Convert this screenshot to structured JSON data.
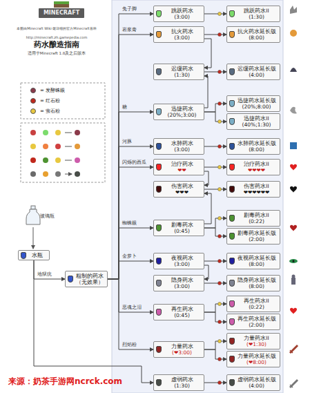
{
  "diagram": {
    "title": "药水酿造指南",
    "nodes": [
      {
        "text": [
          "水瓶"
        ]
      },
      {
        "text": [
          "粗制的药水",
          "（无效果）"
        ]
      },
      {
        "text": [
          "跳跃药水",
          "(3:00)"
        ]
      },
      {
        "text": [
          "跳跃药水II",
          "(1:30)"
        ]
      },
      {
        "text": [
          "抗火药水",
          "(3:00)"
        ]
      },
      {
        "text": [
          "抗火药水延长版",
          "(8:00)"
        ]
      },
      {
        "text": [
          "迟缓药水",
          "(1:30)"
        ]
      },
      {
        "text": [
          "迟缓药水延长版",
          "(4:00)"
        ]
      },
      {
        "text": [
          "迅捷药水",
          "(20%;3:00)"
        ]
      },
      {
        "text": [
          "迅捷药水延长版",
          "(20%;8:00)"
        ]
      },
      {
        "text": [
          "迅捷药水II",
          "(40%;1:30)"
        ]
      },
      {
        "text": [
          "水肺药水",
          "(3:00)"
        ]
      },
      {
        "text": [
          "水肺药水延长版",
          "(8:00)"
        ]
      },
      {
        "text": [
          "治疗药水",
          "❤❤"
        ]
      },
      {
        "text": [
          "治疗药水II",
          "❤❤❤❤"
        ]
      },
      {
        "text": [
          "伤害药水",
          "❤❤❤"
        ]
      },
      {
        "text": [
          "伤害药水II",
          "❤❤❤❤❤❤"
        ]
      },
      {
        "text": [
          "剧毒药水",
          "(0:45)"
        ]
      },
      {
        "text": [
          "剧毒药水II",
          "(0:22)"
        ]
      },
      {
        "text": [
          "剧毒药水延长版",
          "(2:00)"
        ]
      },
      {
        "text": [
          "夜视药水",
          "(3:00)"
        ]
      },
      {
        "text": [
          "夜视药水延长版",
          "(8:00)"
        ]
      },
      {
        "text": [
          "隐身药水",
          "(3:00)"
        ]
      },
      {
        "text": [
          "隐身药水延长版",
          "(8:00)"
        ]
      },
      {
        "text": [
          "再生药水",
          "(0:45)"
        ]
      },
      {
        "text": [
          "再生药水II",
          "(0:22)"
        ]
      },
      {
        "text": [
          "再生药水延长版",
          "(2:00)"
        ]
      },
      {
        "text": [
          "力量药水",
          "(❤3:00)"
        ]
      },
      {
        "text": [
          "力量药水II",
          "(❤1:30)"
        ]
      },
      {
        "text": [
          "力量药水延长版",
          "(❤8:00)"
        ]
      },
      {
        "text": [
          "虚弱药水",
          "(1:30)"
        ]
      },
      {
        "text": [
          "虚弱药水延长版",
          "(4:00)"
        ]
      }
    ],
    "edges": [
      {
        "from": 0,
        "to": 1,
        "arrow": "to",
        "label": "地狱疣"
      },
      {
        "from": 0,
        "to": 30,
        "arrow": "to"
      },
      {
        "from": 1,
        "to": 2,
        "arrow": "to",
        "label": "兔子脚"
      },
      {
        "from": 1,
        "to": 4,
        "arrow": "to",
        "label": "岩浆膏"
      },
      {
        "from": 1,
        "to": 8,
        "arrow": "to",
        "label": "糖"
      },
      {
        "from": 1,
        "to": 11,
        "arrow": "to",
        "label": "河豚"
      },
      {
        "from": 1,
        "to": 13,
        "arrow": "to",
        "label": "闪烁的西瓜"
      },
      {
        "from": 1,
        "to": 17,
        "arrow": "to",
        "label": "蜘蛛眼"
      },
      {
        "from": 1,
        "to": 20,
        "arrow": "to",
        "label": "金萝卜"
      },
      {
        "from": 1,
        "to": 24,
        "arrow": "to",
        "label": "恶魂之泪"
      },
      {
        "from": 1,
        "to": 27,
        "arrow": "to",
        "label": "烈焰粉"
      },
      {
        "from": 2,
        "to": 3,
        "arrow": "to"
      },
      {
        "from": 4,
        "to": 5,
        "arrow": "to"
      },
      {
        "from": 6,
        "to": 7,
        "arrow": "to"
      },
      {
        "from": 8,
        "to": 9,
        "arrow": "to"
      },
      {
        "from": 8,
        "to": 10,
        "arrow": "to"
      },
      {
        "from": 11,
        "to": 12,
        "arrow": "to"
      },
      {
        "from": 13,
        "to": 14,
        "arrow": "to"
      },
      {
        "from": 15,
        "to": 16,
        "arrow": "to"
      },
      {
        "from": 17,
        "to": 18,
        "arrow": "to"
      },
      {
        "from": 17,
        "to": 19,
        "arrow": "to"
      },
      {
        "from": 20,
        "to": 21,
        "arrow": "to"
      },
      {
        "from": 22,
        "to": 23,
        "arrow": "to"
      },
      {
        "from": 24,
        "to": 25,
        "arrow": "to"
      },
      {
        "from": 24,
        "to": 26,
        "arrow": "to"
      },
      {
        "from": 27,
        "to": 28,
        "arrow": "to"
      },
      {
        "from": 27,
        "to": 29,
        "arrow": "to"
      },
      {
        "from": 30,
        "to": 31,
        "arrow": "to"
      },
      {
        "from": 4,
        "to": 6,
        "arrow": "to"
      },
      {
        "from": 8,
        "to": 6,
        "arrow": "to"
      },
      {
        "from": 13,
        "to": 15,
        "arrow": "to"
      },
      {
        "from": 17,
        "to": 15,
        "arrow": "to"
      },
      {
        "from": 20,
        "to": 22,
        "arrow": "to"
      }
    ],
    "labels": [
      "MINECRAFT",
      "本图由Minecraft Wiki·最详细的官方Minecraft百科",
      "http://minecraft.zh.gamepedia.com",
      "适用于Minecraft 1.8及之后版本",
      "玻璃瓶",
      "来源：奶茶手游网ncrck.com"
    ],
    "legend": [
      {
        "text": "= 发酵蛛眼",
        "color": "#8b3a4a"
      },
      {
        "text": "= 红石粉",
        "color": "#c0281c"
      },
      {
        "text": "= 萤石粉",
        "color": "#e8c840"
      }
    ]
  }
}
